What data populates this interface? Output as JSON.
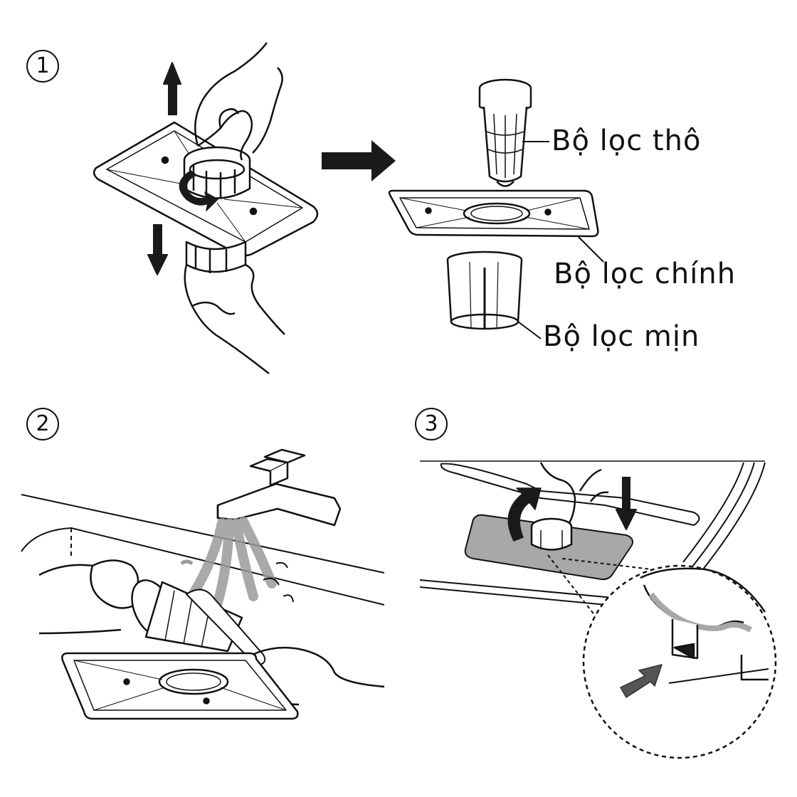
{
  "steps": {
    "one": "1",
    "two": "2",
    "three": "3"
  },
  "labels": {
    "coarse_filter": "Bộ lọc thô",
    "main_filter": "Bộ lọc chính",
    "fine_filter": "Bộ lọc mịn"
  },
  "colors": {
    "ink": "#111111",
    "arrow": "#1a1a1a",
    "water": "#9a9a9a",
    "tray_fill": "#a8a8a8"
  }
}
